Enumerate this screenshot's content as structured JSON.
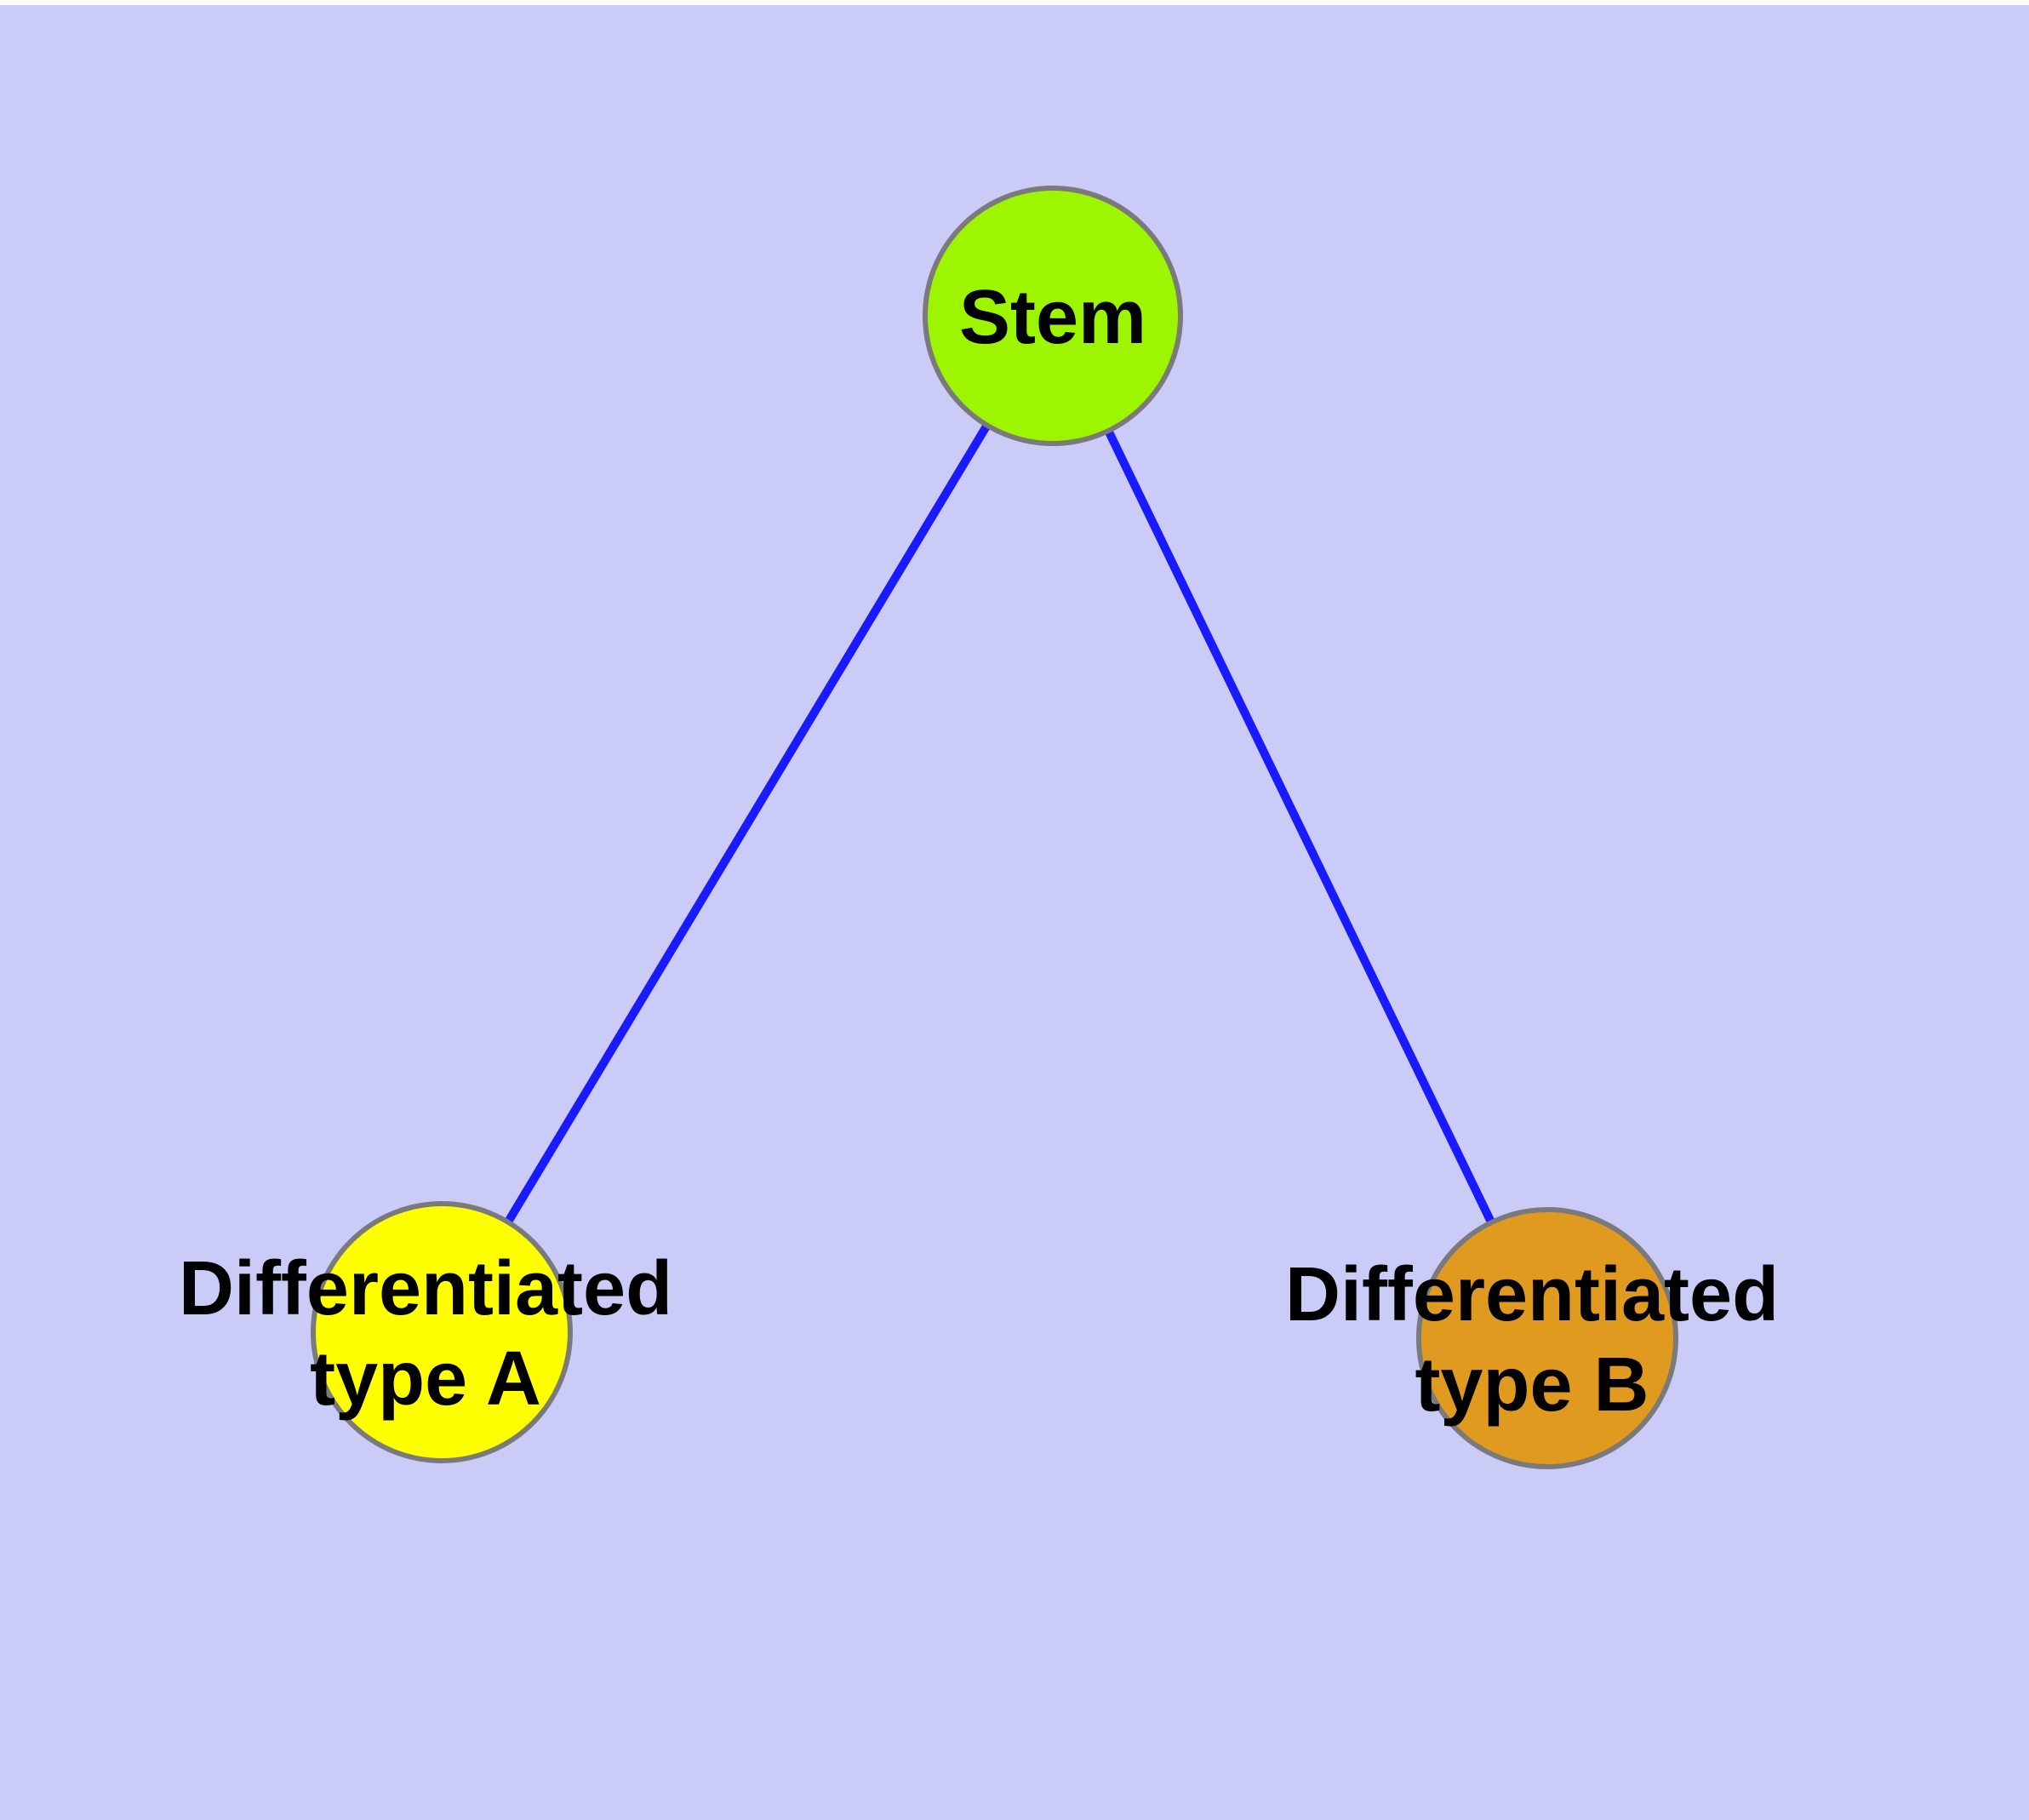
{
  "diagram": {
    "title": "",
    "background_color": "#cbcbf7",
    "top_margin_color": "#ffffff",
    "edge_color": "#1a1aff",
    "node_border_color": "#7a7a7a",
    "label_color": "#000000",
    "nodes": {
      "stem": {
        "label": "Stem",
        "fill": "#9ef500"
      },
      "type_a": {
        "label": "Differentiated\ntype A",
        "fill": "#ffff00"
      },
      "type_b": {
        "label": "Differentiated\ntype B",
        "fill": "#e09a20"
      }
    },
    "edges": [
      {
        "from": "Stem",
        "to": "Differentiated type A"
      },
      {
        "from": "Stem",
        "to": "Differentiated type B"
      }
    ]
  }
}
